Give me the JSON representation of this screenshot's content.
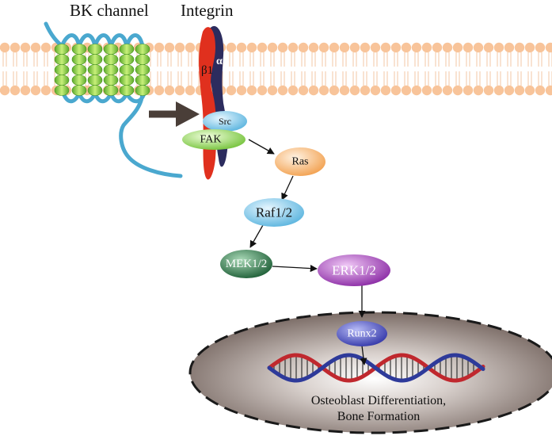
{
  "labels": {
    "bk_channel": "BK channel",
    "integrin": "Integrin",
    "beta1": "β1",
    "alpha": "α",
    "outcome_line1": "Osteoblast Differentiation,",
    "outcome_line2": "Bone Formation"
  },
  "nodes": {
    "src": "Src",
    "fak": "FAK",
    "ras": "Ras",
    "raf": "Raf1/2",
    "mek": "MEK1/2",
    "erk": "ERK1/2",
    "runx2": "Runx2"
  },
  "colors": {
    "membrane_head": "#f8c49a",
    "bk_strand": "#4aa8cf",
    "bk_helix": "#8ccf3e",
    "integrin_beta": "#e0301e",
    "integrin_alpha": "#2c2c5e",
    "src": "#7cc4e6",
    "fak": "#8fd14f",
    "ras": "#f6b46a",
    "raf": "#7cc4e6",
    "mek": "#2e7a4a",
    "erk": "#a040b8",
    "runx2": "#4a50c8",
    "dna_red": "#c0282e",
    "dna_blue": "#2e3a9a",
    "nucleus": "#8a7a72"
  }
}
